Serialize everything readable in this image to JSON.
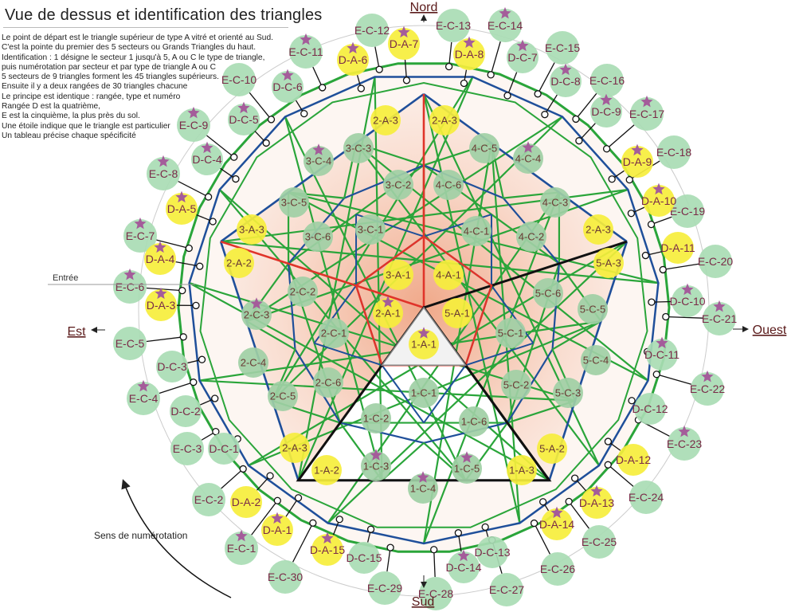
{
  "title": "Vue de dessus et identification des triangles",
  "description": [
    "Le point de départ est le triangle supérieur de type A  vitré et orienté au Sud.",
    "C'est la pointe du premier des 5 secteurs ou Grands Triangles du haut.",
    "Identification : 1 désigne le secteur 1 jusqu'à 5, A ou C le type de triangle,",
    "puis numérotation par secteur et par type de triangle A ou C",
    "5 secteurs de 9 triangles forment les 45 triangles supérieurs.",
    "Ensuite il y a deux rangées de 30 triangles chacune",
    "Le principe est identique : rangée, type et numéro",
    "Rangée D est la quatrième,",
    "E est la cinquième, la plus près du sol.",
    "Une étoile indique que le triangle est particulier",
    "Un tableau précise chaque spécificité"
  ],
  "compass": {
    "north": "Nord",
    "south": "Sud",
    "east": "Est",
    "west": "Ouest"
  },
  "entrance_label": "Entrée",
  "numbering_direction_label": "Sens de numérotation",
  "colors": {
    "green": "#a9dcb4",
    "inner_green": "#9fcfa5",
    "yellow": "#f6ee3c",
    "star": "#a45c9a",
    "text": "#7a2a48",
    "red": "#e0342a",
    "blue": "#1f4f9a",
    "line_green": "#2aa53a"
  },
  "row_E": [
    {
      "label": "E-C-1",
      "star": true
    },
    {
      "label": "E-C-2",
      "star": false
    },
    {
      "label": "E-C-3",
      "star": false
    },
    {
      "label": "E-C-4",
      "star": true
    },
    {
      "label": "E-C-5",
      "star": false
    },
    {
      "label": "E-C-6",
      "star": true
    },
    {
      "label": "E-C-7",
      "star": true
    },
    {
      "label": "E-C-8",
      "star": true
    },
    {
      "label": "E-C-9",
      "star": true
    },
    {
      "label": "E-C-10",
      "star": false
    },
    {
      "label": "E-C-11",
      "star": true
    },
    {
      "label": "E-C-12",
      "star": false
    },
    {
      "label": "E-C-13",
      "star": false
    },
    {
      "label": "E-C-14",
      "star": true
    },
    {
      "label": "E-C-15",
      "star": false
    },
    {
      "label": "E-C-16",
      "star": false
    },
    {
      "label": "E-C-17",
      "star": true
    },
    {
      "label": "E-C-18",
      "star": false
    },
    {
      "label": "E-C-19",
      "star": false
    },
    {
      "label": "E-C-20",
      "star": false
    },
    {
      "label": "E-C-21",
      "star": true
    },
    {
      "label": "E-C-22",
      "star": true
    },
    {
      "label": "E-C-23",
      "star": true
    },
    {
      "label": "E-C-24",
      "star": false
    },
    {
      "label": "E-C-25",
      "star": false
    },
    {
      "label": "E-C-26",
      "star": false
    },
    {
      "label": "E-C-27",
      "star": false
    },
    {
      "label": "E-C-28",
      "star": false
    },
    {
      "label": "E-C-29",
      "star": false
    },
    {
      "label": "E-C-30",
      "star": false
    }
  ],
  "row_D": [
    {
      "label": "D-A-1",
      "star": true,
      "type": "A"
    },
    {
      "label": "D-A-2",
      "star": false,
      "type": "A"
    },
    {
      "label": "D-C-1",
      "star": false,
      "type": "C"
    },
    {
      "label": "D-C-2",
      "star": false,
      "type": "C"
    },
    {
      "label": "D-C-3",
      "star": false,
      "type": "C"
    },
    {
      "label": "D-A-3",
      "star": true,
      "type": "A"
    },
    {
      "label": "D-A-4",
      "star": true,
      "type": "A"
    },
    {
      "label": "D-A-5",
      "star": true,
      "type": "A"
    },
    {
      "label": "D-C-4",
      "star": true,
      "type": "C"
    },
    {
      "label": "D-C-5",
      "star": true,
      "type": "C"
    },
    {
      "label": "D-C-6",
      "star": true,
      "type": "C"
    },
    {
      "label": "D-A-6",
      "star": true,
      "type": "A"
    },
    {
      "label": "D-A-7",
      "star": true,
      "type": "A"
    },
    {
      "label": "D-A-8",
      "star": true,
      "type": "A"
    },
    {
      "label": "D-C-7",
      "star": true,
      "type": "C"
    },
    {
      "label": "D-C-8",
      "star": true,
      "type": "C"
    },
    {
      "label": "D-C-9",
      "star": true,
      "type": "C"
    },
    {
      "label": "D-A-9",
      "star": true,
      "type": "A"
    },
    {
      "label": "D-A-10",
      "star": true,
      "type": "A"
    },
    {
      "label": "D-A-11",
      "star": false,
      "type": "A"
    },
    {
      "label": "D-C-10",
      "star": true,
      "type": "C"
    },
    {
      "label": "D-C-11",
      "star": true,
      "type": "C"
    },
    {
      "label": "D-C-12",
      "star": false,
      "type": "C"
    },
    {
      "label": "D-A-12",
      "star": false,
      "type": "A"
    },
    {
      "label": "D-A-13",
      "star": true,
      "type": "A"
    },
    {
      "label": "D-A-14",
      "star": true,
      "type": "A"
    },
    {
      "label": "D-C-13",
      "star": false,
      "type": "C"
    },
    {
      "label": "D-C-14",
      "star": true,
      "type": "C"
    },
    {
      "label": "D-C-15",
      "star": false,
      "type": "C"
    },
    {
      "label": "D-A-15",
      "star": true,
      "type": "A"
    }
  ],
  "upper": [
    {
      "label": "2-A-3",
      "star": false,
      "type": "A"
    },
    {
      "label": "2-A-3",
      "star": false,
      "type": "A"
    },
    {
      "label": "3-C-3",
      "star": false,
      "type": "C"
    },
    {
      "label": "4-C-5",
      "star": false,
      "type": "C"
    },
    {
      "label": "3-C-4",
      "star": true,
      "type": "C"
    },
    {
      "label": "4-C-4",
      "star": true,
      "type": "C"
    },
    {
      "label": "3-C-2",
      "star": false,
      "type": "C"
    },
    {
      "label": "4-C-6",
      "star": false,
      "type": "C"
    },
    {
      "label": "3-C-5",
      "star": false,
      "type": "C"
    },
    {
      "label": "4-C-3",
      "star": false,
      "type": "C"
    },
    {
      "label": "3-C-1",
      "star": false,
      "type": "C"
    },
    {
      "label": "4-C-1",
      "star": false,
      "type": "C"
    },
    {
      "label": "3-A-3",
      "star": false,
      "type": "A"
    },
    {
      "label": "2-A-3",
      "star": false,
      "type": "A"
    },
    {
      "label": "3-C-6",
      "star": false,
      "type": "C"
    },
    {
      "label": "4-C-2",
      "star": false,
      "type": "C"
    },
    {
      "label": "2-A-2",
      "star": false,
      "type": "A"
    },
    {
      "label": "5-A-3",
      "star": false,
      "type": "A"
    },
    {
      "label": "3-A-1",
      "star": false,
      "type": "A"
    },
    {
      "label": "4-A-1",
      "star": false,
      "type": "A"
    },
    {
      "label": "2-C-2",
      "star": false,
      "type": "C"
    },
    {
      "label": "5-C-6",
      "star": false,
      "type": "C"
    },
    {
      "label": "2-C-3",
      "star": true,
      "type": "C"
    },
    {
      "label": "5-C-5",
      "star": false,
      "type": "C"
    },
    {
      "label": "2-A-1",
      "star": true,
      "type": "A"
    },
    {
      "label": "5-A-1",
      "star": false,
      "type": "A"
    },
    {
      "label": "1-A-1",
      "star": true,
      "type": "A"
    },
    {
      "label": "2-C-1",
      "star": false,
      "type": "C"
    },
    {
      "label": "5-C-1",
      "star": false,
      "type": "C"
    },
    {
      "label": "2-C-4",
      "star": false,
      "type": "C"
    },
    {
      "label": "5-C-4",
      "star": false,
      "type": "C"
    },
    {
      "label": "2-C-6",
      "star": false,
      "type": "C"
    },
    {
      "label": "5-C-2",
      "star": false,
      "type": "C"
    },
    {
      "label": "1-C-1",
      "star": false,
      "type": "C"
    },
    {
      "label": "2-C-5",
      "star": false,
      "type": "C"
    },
    {
      "label": "5-C-3",
      "star": false,
      "type": "C"
    },
    {
      "label": "1-C-2",
      "star": false,
      "type": "C"
    },
    {
      "label": "1-C-6",
      "star": false,
      "type": "C"
    },
    {
      "label": "2-A-3",
      "star": false,
      "type": "A"
    },
    {
      "label": "5-A-2",
      "star": false,
      "type": "A"
    },
    {
      "label": "1-A-2",
      "star": false,
      "type": "A"
    },
    {
      "label": "1-A-3",
      "star": false,
      "type": "A"
    },
    {
      "label": "1-C-3",
      "star": true,
      "type": "C"
    },
    {
      "label": "1-C-5",
      "star": true,
      "type": "C"
    },
    {
      "label": "1-C-4",
      "star": true,
      "type": "C"
    }
  ]
}
